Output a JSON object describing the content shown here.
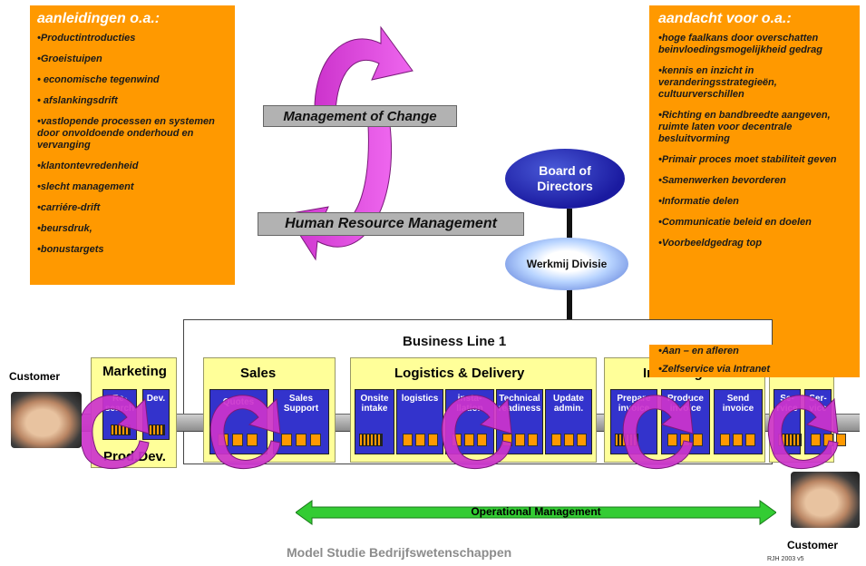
{
  "left_box": {
    "title": "aanleidingen o.a.:",
    "items": [
      "•Productintroducties",
      "•Groeistuipen",
      "• economische tegenwind",
      "• afslankingsdrift",
      "•vastlopende processen en systemen door onvoldoende onderhoud en vervanging",
      "•klantontevredenheid",
      "•slecht management",
      "•carriére-drift",
      "•beursdruk,",
      "•bonustargets"
    ]
  },
  "right_box": {
    "title": "aandacht voor o.a.:",
    "items": [
      "•hoge faalkans door overschatten beinvloedingsmogelijkheid gedrag",
      "•kennis en inzicht in veranderingsstrategieën, cultuurverschillen",
      "•Richting en bandbreedte aangeven, ruimte laten voor decentrale besluitvorming",
      "•Primair proces moet stabiliteit geven",
      "•Samenwerken bevorderen",
      "•Informatie delen",
      "•Communicatie beleid en doelen",
      "•Voorbeeldgedrag top",
      "•Aan – en afleren",
      "•Zelfservice via Intranet"
    ]
  },
  "labels": {
    "management_of_change": "Management of Change",
    "hrm": "Human Resource Management",
    "board": "Board of Directors",
    "division": "Werkmij Divisie",
    "business_line": "Business Line 1",
    "customer_left": "Customer",
    "customer_right": "Customer",
    "operational_management": "Operational Management",
    "footer": "Model Studie Bedrijfswetenschappen",
    "version": "RJH 2003 v5"
  },
  "departments": {
    "marketing": {
      "title": "Marketing",
      "subtitle": "Prod.Dev.",
      "procs": [
        "Re-\nsearch",
        "Dev."
      ]
    },
    "sales": {
      "title": "Sales",
      "procs": [
        "Quotes",
        "Sales\nSupport"
      ]
    },
    "logistics": {
      "title": "Logistics & Delivery",
      "procs": [
        "Onsite\nintake",
        "logistics",
        "insta-\nllation",
        "Technical\nreadiness",
        "Update\nadmin."
      ]
    },
    "invoicing": {
      "title": "Invoicing",
      "procs": [
        "Prepare\ninvoice",
        "Produce\ninvoice",
        "Send\ninvoice"
      ]
    },
    "service": {
      "procs": [
        "Se-\nrvice",
        "Ser-\nvice"
      ]
    }
  },
  "colors": {
    "orange": "#ff9900",
    "magenta": "#cc33cc",
    "proc_blue": "#3333cc",
    "yellow": "#ffff99",
    "green": "#33cc33",
    "navy": "#1a1aa0"
  }
}
